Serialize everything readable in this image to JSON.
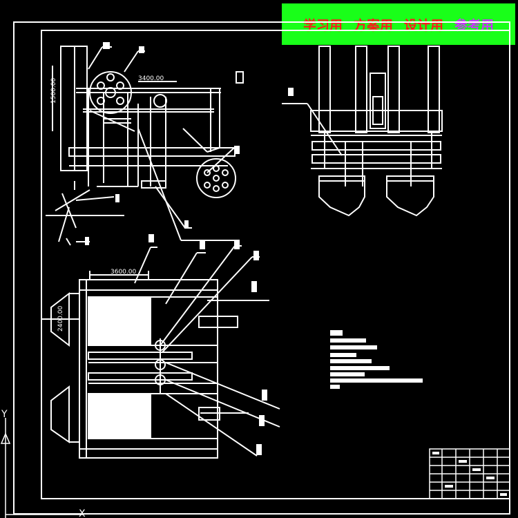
{
  "banner": {
    "labels": [
      "学习用",
      "方案用",
      "设计用",
      "参考用"
    ],
    "colors": [
      "#ff1a1a",
      "#ff1a1a",
      "#ff1a1a",
      "#cc33ff"
    ],
    "background": "#19ff19"
  },
  "drawing": {
    "line_color": "#ffffff",
    "background": "#000000",
    "dimensions": {
      "side_height": "1500.00",
      "side_width": "3400.00",
      "plan_width": "3600.00",
      "plan_height": "2400.00"
    },
    "axis": {
      "y_label": "Y",
      "x_label": "X"
    }
  }
}
